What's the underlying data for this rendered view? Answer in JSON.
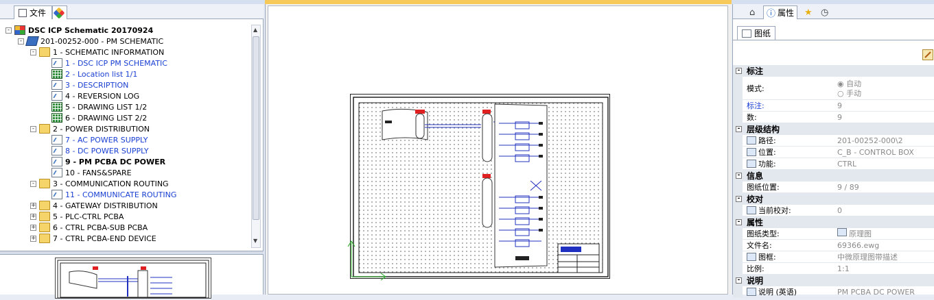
{
  "left_panel": {
    "tabs": [
      {
        "label": "文件"
      },
      {
        "label": ""
      }
    ],
    "tree": [
      {
        "level": 0,
        "expander": "-",
        "icon": "project-icon",
        "label": "DSC ICP Schematic 20170924",
        "style": "bold"
      },
      {
        "level": 1,
        "expander": "-",
        "icon": "book-icon",
        "label": "201-00252-000 - PM SCHEMATIC",
        "style": "normal"
      },
      {
        "level": 2,
        "expander": "-",
        "icon": "folder-icon",
        "label": "1 - SCHEMATIC INFORMATION",
        "style": "normal"
      },
      {
        "level": 3,
        "expander": "",
        "icon": "schematic-page-icon",
        "label": "1 - DSC ICP PM SCHEMATIC",
        "style": "blue"
      },
      {
        "level": 3,
        "expander": "",
        "icon": "table-page-icon",
        "label": "2 - Location list 1/1",
        "style": "blue"
      },
      {
        "level": 3,
        "expander": "",
        "icon": "schematic-page-icon",
        "label": "3 - DESCRIPTION",
        "style": "blue"
      },
      {
        "level": 3,
        "expander": "",
        "icon": "schematic-page-icon",
        "label": "4 - REVERSION LOG",
        "style": "normal"
      },
      {
        "level": 3,
        "expander": "",
        "icon": "table-page-icon",
        "label": "5 - DRAWING LIST 1/2",
        "style": "normal"
      },
      {
        "level": 3,
        "expander": "",
        "icon": "table-page-icon",
        "label": "6 - DRAWING LIST 2/2",
        "style": "normal"
      },
      {
        "level": 2,
        "expander": "-",
        "icon": "folder-icon",
        "label": "2 - POWER DISTRIBUTION",
        "style": "normal"
      },
      {
        "level": 3,
        "expander": "",
        "icon": "schematic-page-icon",
        "label": "7 - AC POWER SUPPLY",
        "style": "blue"
      },
      {
        "level": 3,
        "expander": "",
        "icon": "schematic-page-icon",
        "label": "8 - DC POWER SUPPLY",
        "style": "blue"
      },
      {
        "level": 3,
        "expander": "",
        "icon": "schematic-page-icon",
        "label": "9 - PM PCBA DC POWER",
        "style": "bold"
      },
      {
        "level": 3,
        "expander": "",
        "icon": "schematic-page-icon",
        "label": "10 - FANS&SPARE",
        "style": "normal"
      },
      {
        "level": 2,
        "expander": "-",
        "icon": "folder-icon",
        "label": "3 - COMMUNICATION ROUTING",
        "style": "normal"
      },
      {
        "level": 3,
        "expander": "",
        "icon": "schematic-page-icon",
        "label": "11 - COMMUNICATE ROUTING",
        "style": "blue"
      },
      {
        "level": 2,
        "expander": "+",
        "icon": "folder-icon",
        "label": "4 - GATEWAY DISTRIBUTION",
        "style": "normal"
      },
      {
        "level": 2,
        "expander": "+",
        "icon": "folder-icon",
        "label": "5 - PLC-CTRL PCBA",
        "style": "normal"
      },
      {
        "level": 2,
        "expander": "+",
        "icon": "folder-icon",
        "label": "6 - CTRL PCBA-SUB PCBA",
        "style": "normal"
      },
      {
        "level": 2,
        "expander": "+",
        "icon": "folder-icon",
        "label": "7 - CTRL PCBA-END DEVICE",
        "style": "normal"
      }
    ]
  },
  "right_panel": {
    "tabs": [
      {
        "icon": "home-icon",
        "label": ""
      },
      {
        "icon": "info-icon",
        "label": "属性"
      },
      {
        "icon": "star-icon",
        "label": ""
      },
      {
        "icon": "clock-icon",
        "label": ""
      }
    ],
    "subtab": "图纸",
    "sections": [
      {
        "title": "标注",
        "rows": [
          {
            "key": "模式:",
            "value": "自动",
            "value2": "手动",
            "type": "radio"
          },
          {
            "key": "标注:",
            "value": "9",
            "blue": true
          },
          {
            "key": "数:",
            "value": "9"
          }
        ]
      },
      {
        "title": "层级结构",
        "rows": [
          {
            "key": "路径:",
            "value": "201-00252-000\\2",
            "icon": "path-icon"
          },
          {
            "key": "位置:",
            "value": "C_B - CONTROL BOX",
            "icon": "location-icon"
          },
          {
            "key": "功能:",
            "value": "CTRL",
            "icon": "function-icon"
          }
        ]
      },
      {
        "title": "信息",
        "rows": [
          {
            "key": "图纸位置:",
            "value": "9 / 89"
          }
        ]
      },
      {
        "title": "校对",
        "rows": [
          {
            "key": "当前校对:",
            "value": "0",
            "icon": "check-icon"
          }
        ]
      },
      {
        "title": "属性",
        "rows": [
          {
            "key": "图纸类型:",
            "value": "原理图",
            "value_icon": "schematic-type-icon"
          },
          {
            "key": "文件名:",
            "value": "69366.ewg"
          },
          {
            "key": "图框:",
            "value": "中微原理图带描述",
            "icon": "frame-icon"
          },
          {
            "key": "比例:",
            "value": "1:1"
          }
        ]
      },
      {
        "title": "说明",
        "rows": [
          {
            "key": "说明 (英语)",
            "value": "PM PCBA DC POWER",
            "icon": "flag-icon"
          }
        ]
      }
    ]
  },
  "colors": {
    "accent_tab": "#f7c85a",
    "link_blue": "#1a3fd4",
    "schematic_blue": "#2030c0",
    "marker_red": "#e02020"
  }
}
